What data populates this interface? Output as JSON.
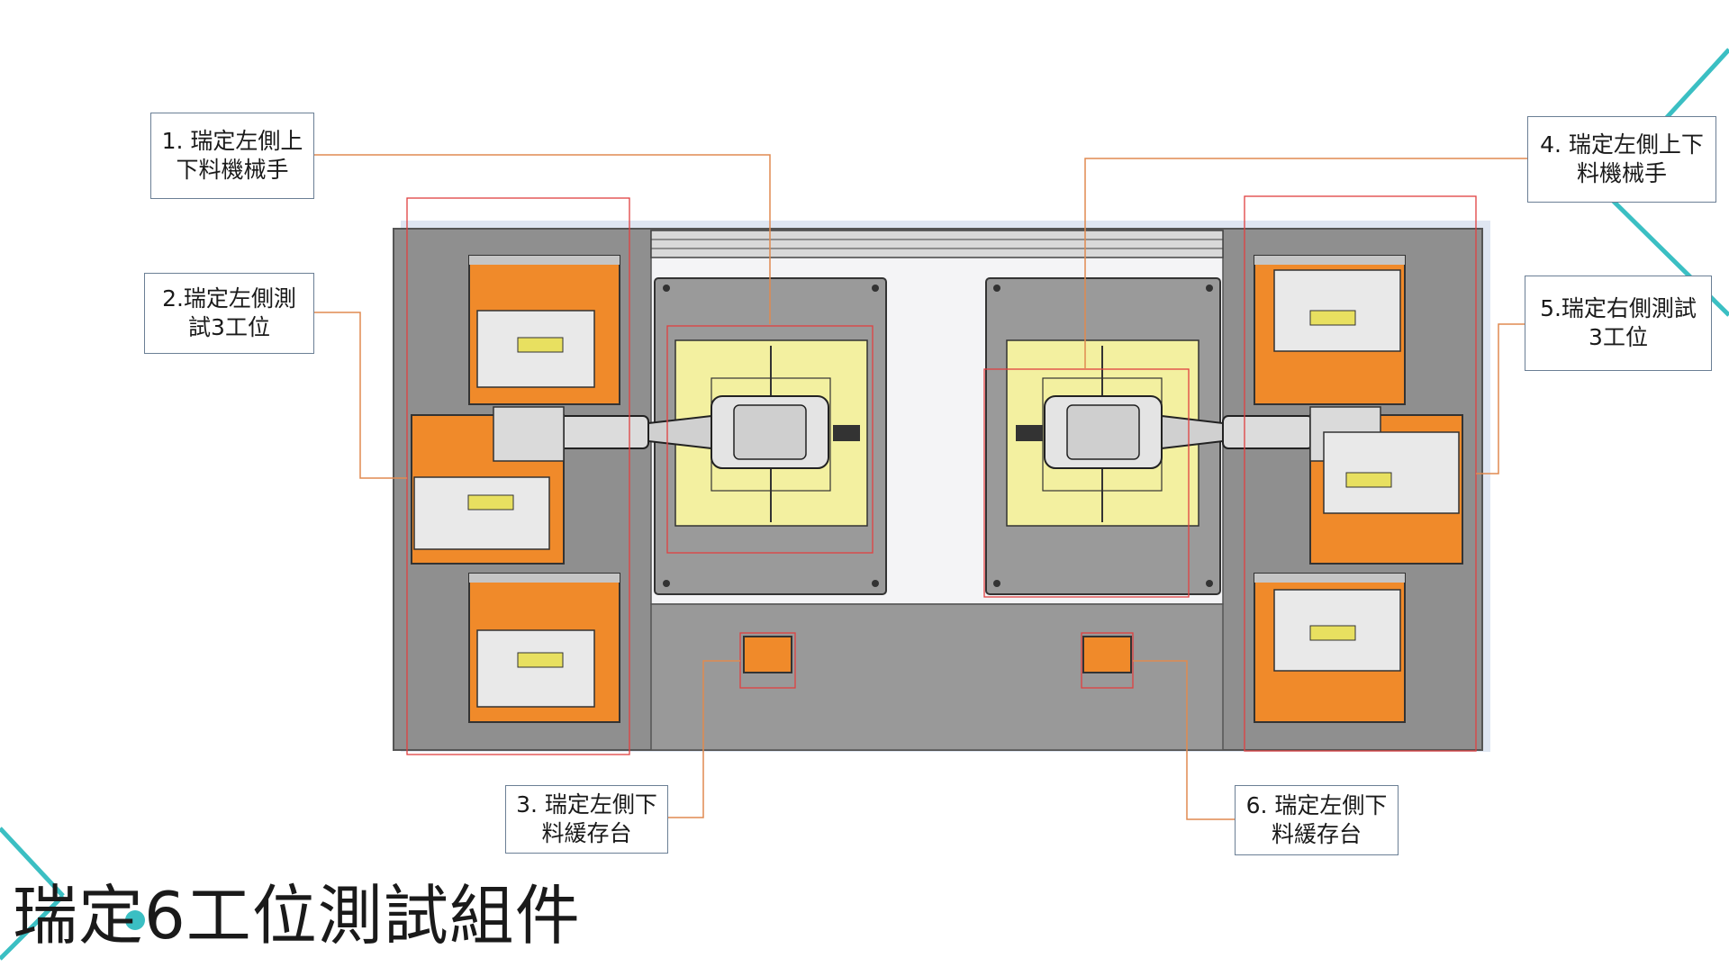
{
  "title": "瑞定6工位測試組件",
  "callouts": [
    {
      "lines": [
        "1. 瑞定左側上",
        "下料機械手"
      ]
    },
    {
      "lines": [
        "2.瑞定左側測",
        "試3工位"
      ]
    },
    {
      "lines": [
        "3. 瑞定左側下",
        "料緩存台"
      ]
    },
    {
      "lines": [
        "4. 瑞定左側上下",
        "料機械手"
      ]
    },
    {
      "lines": [
        "5.瑞定右側測試",
        "3工位"
      ]
    },
    {
      "lines": [
        "6. 瑞定左側下",
        "料緩存台"
      ]
    }
  ],
  "colors": {
    "accent_teal": "#3bbfc3",
    "leader_line": "#e08a50",
    "highlight_box": "#e04040",
    "station_orange": "#f08a2a",
    "fixture_yellow": "#f3f0a0",
    "plate_gray": "#999999",
    "frame_gray": "#8f8f8f"
  },
  "icons": [
    "robot-arm-icon",
    "test-station-icon",
    "buffer-tray-icon",
    "decorative-dot-icon"
  ]
}
